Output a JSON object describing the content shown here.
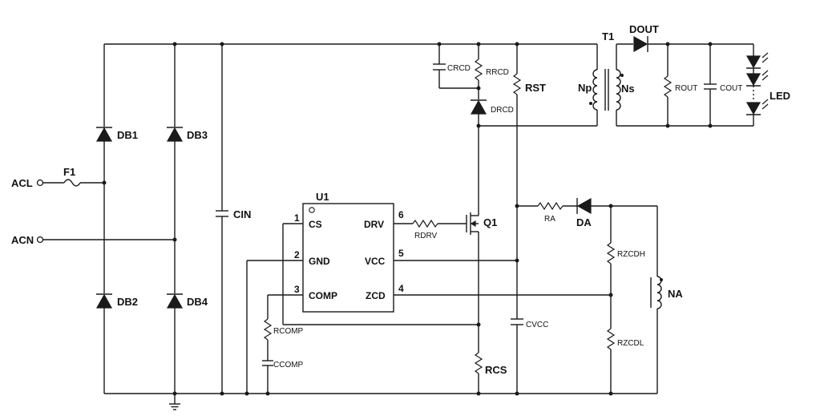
{
  "labels": {
    "acl": "ACL",
    "acn": "ACN",
    "f1": "F1",
    "db1": "DB1",
    "db2": "DB2",
    "db3": "DB3",
    "db4": "DB4",
    "cin": "CIN",
    "u1": "U1",
    "crcd": "CRCD",
    "rrcd": "RRCD",
    "drcd": "DRCD",
    "rst": "RST",
    "t1": "T1",
    "np": "Np",
    "ns": "Ns",
    "dout": "DOUT",
    "rout": "ROUT",
    "cout": "COUT",
    "led": "LED",
    "q1": "Q1",
    "rdrv": "RDRV",
    "ra": "RA",
    "da": "DA",
    "rzcdh": "RZCDH",
    "rzcdl": "RZCDL",
    "na": "NA",
    "cvcc": "CVCC",
    "rcs": "RCS",
    "rcomp": "RCOMP",
    "ccomp": "CCOMP"
  },
  "ic_pins": {
    "cs": {
      "num": "1",
      "name": "CS"
    },
    "gnd": {
      "num": "2",
      "name": "GND"
    },
    "comp": {
      "num": "3",
      "name": "COMP"
    },
    "drv": {
      "num": "6",
      "name": "DRV"
    },
    "vcc": {
      "num": "5",
      "name": "VCC"
    },
    "zcd": {
      "num": "4",
      "name": "ZCD"
    }
  }
}
